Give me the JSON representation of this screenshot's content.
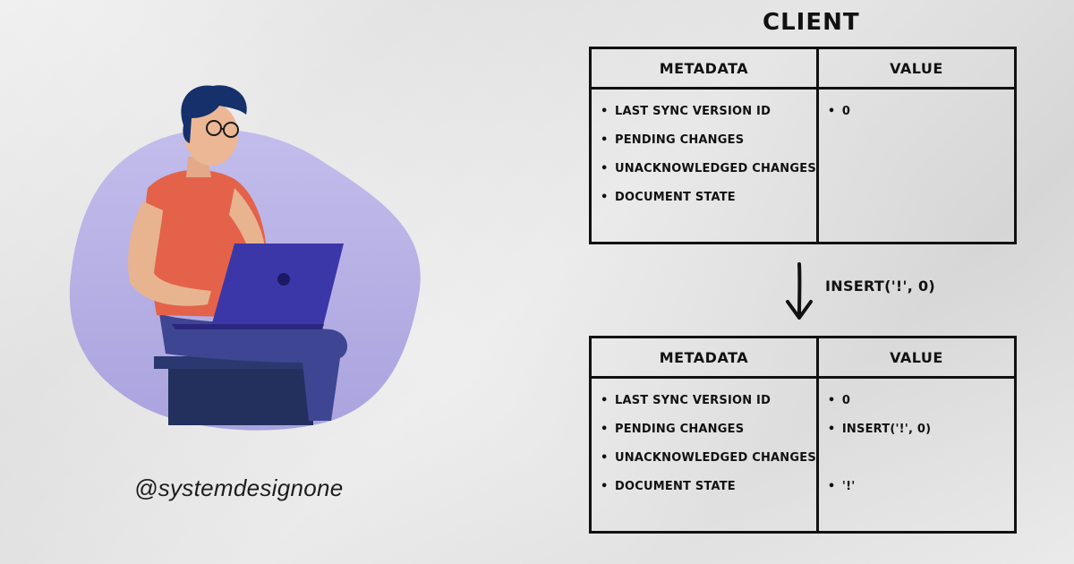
{
  "title": "CLIENT",
  "handle": "@systemdesignone",
  "colors": {
    "blob": "#bdb7e6",
    "shirt": "#e4624a",
    "laptop": "#3c37a8",
    "pants": "#3e4592",
    "hair": "#16306b"
  },
  "table_headers": {
    "metadata": "METADATA",
    "value": "VALUE"
  },
  "before": {
    "metadata": [
      "LAST SYNC VERSION ID",
      "PENDING CHANGES",
      "UNACKNOWLEDGED CHANGES",
      "DOCUMENT STATE"
    ],
    "values": [
      "0"
    ]
  },
  "operation": "INSERT('!', 0)",
  "after": {
    "metadata": [
      "LAST SYNC VERSION ID",
      "PENDING CHANGES",
      "UNACKNOWLEDGED CHANGES",
      "DOCUMENT STATE"
    ],
    "values": [
      "0",
      "INSERT('!', 0)",
      "",
      "'!'"
    ]
  }
}
